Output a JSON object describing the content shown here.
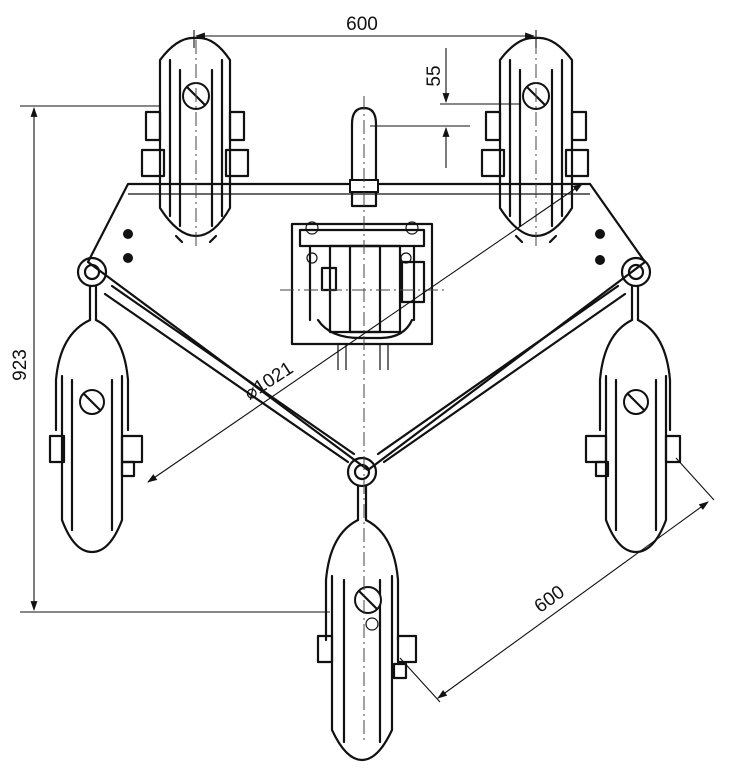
{
  "dimensions": {
    "top_span": "600",
    "offset": "55",
    "height": "923",
    "diameter": "⌀1021",
    "side_span": "600"
  }
}
